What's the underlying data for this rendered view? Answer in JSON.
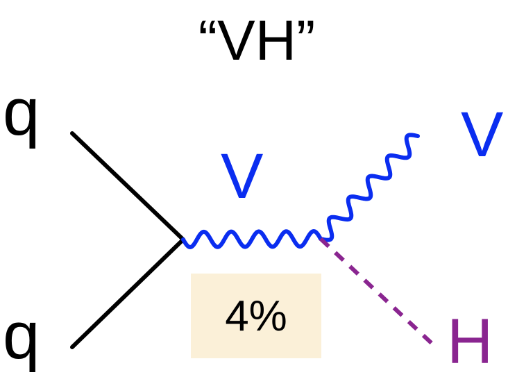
{
  "title": "“VH”",
  "particles": {
    "quark_top": "q",
    "quark_bottom": "q",
    "boson_internal": "V",
    "boson_out": "V",
    "higgs_out": "H"
  },
  "fraction": {
    "label": "4%"
  },
  "colors": {
    "quark_line": "#000000",
    "vector_boson": "#0a2df0",
    "higgs": "#8a2590",
    "fraction_box": "#fbf0d8",
    "text": "#000000"
  }
}
